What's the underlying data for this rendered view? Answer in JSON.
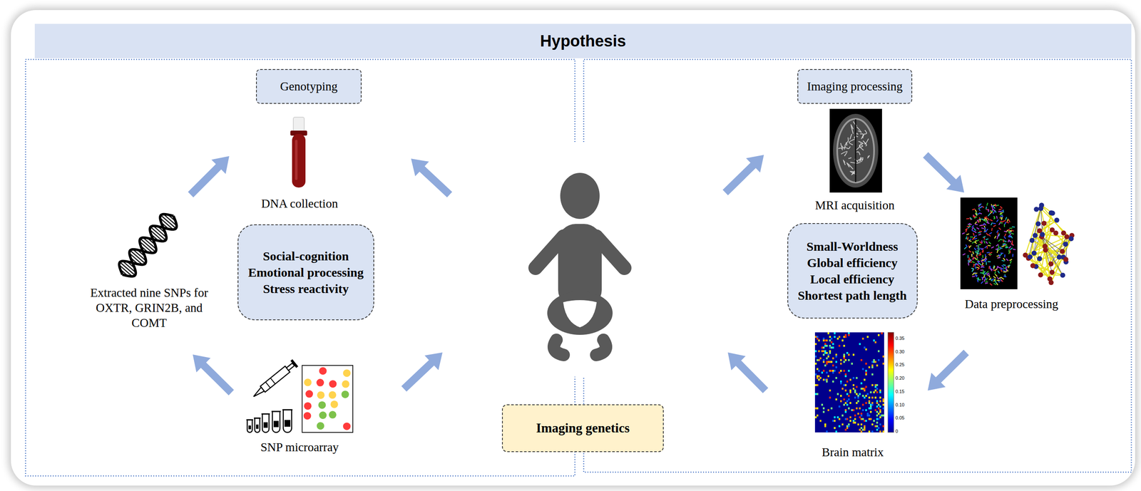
{
  "diagram": {
    "title": "Hypothesis",
    "nodes": [
      {
        "text": [
          "Genotyping"
        ]
      },
      {
        "text": [
          "Social-cognition",
          "Emotional processing",
          "Stress reactivity"
        ]
      },
      {
        "text": [
          "Imaging processing"
        ]
      },
      {
        "text": [
          "Small-Worldness",
          "Global efficiency",
          "Local efficiency",
          "Shortest path length"
        ]
      },
      {
        "text": [
          "Imaging genetics"
        ]
      }
    ],
    "labels": [
      "DNA collection",
      "Extracted nine SNPs for OXTR, GRIN2B, and COMT",
      "SNP microarray",
      "MRI acquisition",
      "Data preprocessing",
      "Brain matrix",
      "0.35",
      "0.30",
      "0.25",
      "0.20",
      "0.15",
      "0.10",
      "0.05",
      "0"
    ]
  }
}
